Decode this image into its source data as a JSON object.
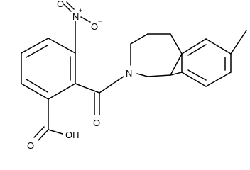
{
  "molecule": {
    "atom_labels": {
      "nitro_n": "N",
      "nitro_n_charge": "+",
      "nitro_o_minus": "O",
      "nitro_o_minus_charge": "−",
      "nitro_o_double": "O",
      "amide_n": "N",
      "carbonyl_o": "O",
      "acid_oh": "OH",
      "acid_o": "O"
    },
    "colors": {
      "bond": "#000000",
      "text": "#000000",
      "background": "#ffffff"
    }
  }
}
